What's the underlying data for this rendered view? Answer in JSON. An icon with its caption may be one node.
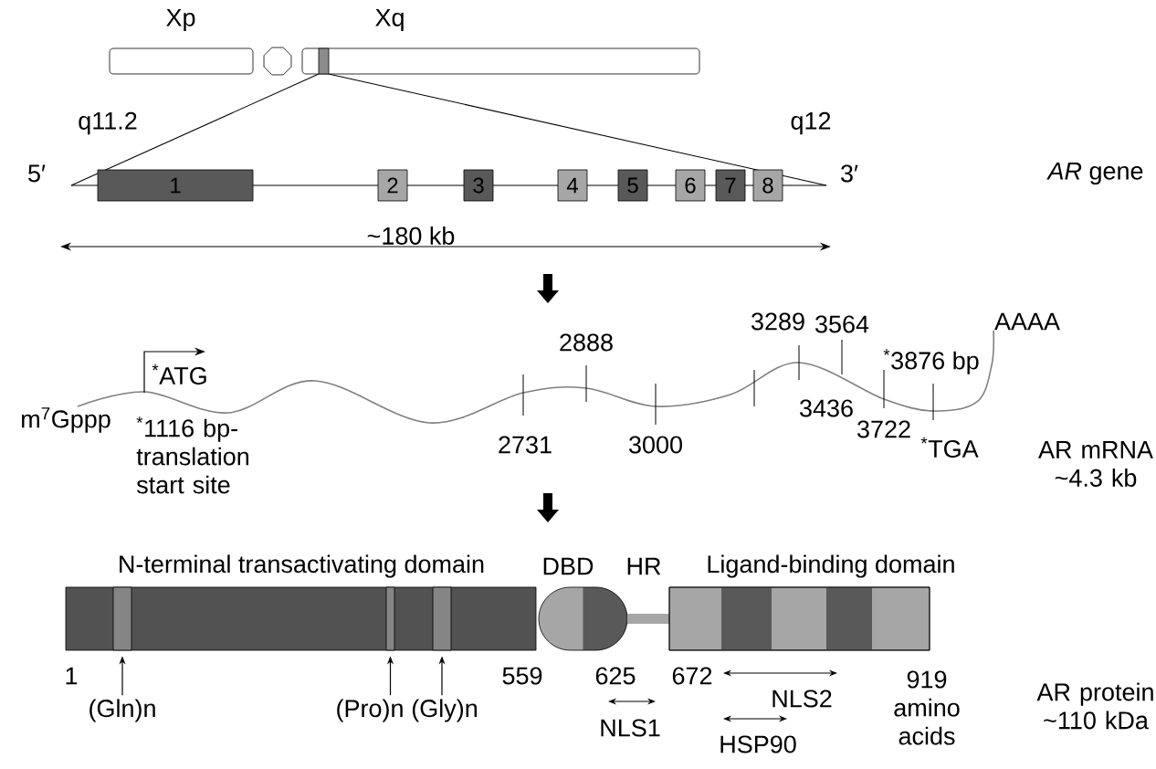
{
  "diagram": {
    "nodes": [
      {
        "text": [
          "Xp"
        ]
      },
      {
        "text": [],
        "shape": "octagon"
      },
      {
        "text": [
          "Xq"
        ]
      },
      {
        "text": [],
        "shape": "bar",
        "in": 2
      },
      {
        "text": [
          "1"
        ]
      },
      {
        "text": [
          "2"
        ]
      },
      {
        "text": [
          "3"
        ]
      },
      {
        "text": [
          "4"
        ]
      },
      {
        "text": [
          "5"
        ]
      },
      {
        "text": [
          "6"
        ]
      },
      {
        "text": [
          "7"
        ]
      },
      {
        "text": [
          "8"
        ]
      },
      {
        "text": [
          "N-terminal transactivating domain"
        ]
      },
      {
        "text": [],
        "shape": "bar",
        "in": 12
      },
      {
        "text": [],
        "shape": "bar",
        "in": 12
      },
      {
        "text": [],
        "shape": "bar",
        "in": 12
      },
      {
        "text": [
          "DBD"
        ]
      },
      {
        "text": [
          "HR"
        ]
      },
      {
        "text": [
          "Ligand-binding domain"
        ]
      },
      {
        "text": [
          "(Gln)n"
        ]
      },
      {
        "text": [
          "(Pro)n"
        ]
      },
      {
        "text": [
          "(Gly)n"
        ]
      }
    ],
    "edges": [
      {
        "from": 19,
        "to": 13,
        "arrow": "to"
      },
      {
        "from": 20,
        "to": 14,
        "arrow": "to"
      },
      {
        "from": 21,
        "to": 15,
        "arrow": "to"
      }
    ],
    "labels": [
      "q11.2",
      "q12",
      "5′",
      "3′",
      "*AR* gene",
      "~180 kb",
      "AAAA",
      "2888",
      "3289",
      "3564",
      "$^{*}$ATG",
      "$^{*}$3876 bp",
      "m$^{7}$Gppp",
      "$^{*}$1116 bp-translation start site",
      "2731",
      "3000",
      "3436",
      "3722",
      "$^{*}$TGA",
      "AR mRNA ~4.3 kb",
      "1",
      "559",
      "625",
      "672",
      "919 amino acids",
      "NLS2",
      "NLS1",
      "HSP90",
      "AR protein ~110 kDa"
    ]
  }
}
